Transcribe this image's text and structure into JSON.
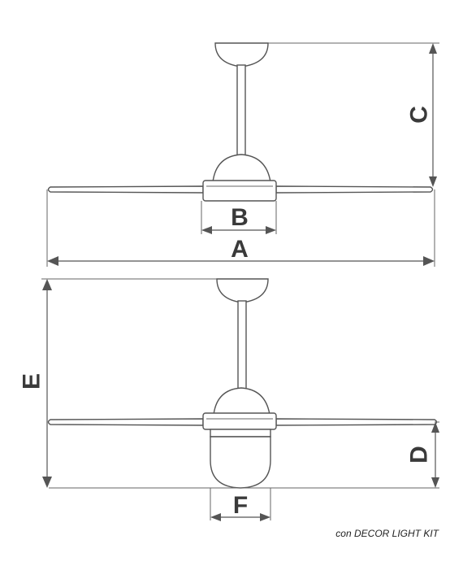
{
  "labels": {
    "a": "A",
    "b": "B",
    "c": "C",
    "d": "D",
    "e": "E",
    "f": "F"
  },
  "caption": "con DECOR LIGHT KIT",
  "colors": {
    "line": "#555555",
    "label": "#3a3a3a",
    "background": "#ffffff"
  }
}
